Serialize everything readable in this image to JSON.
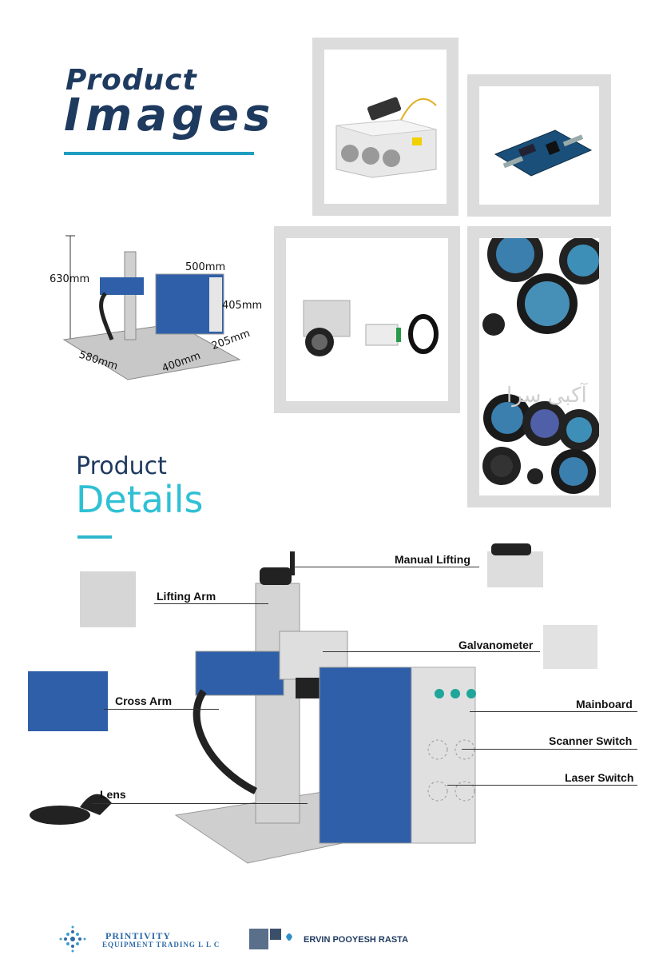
{
  "header": {
    "title_line1": "Product",
    "title_line2": "Images"
  },
  "details": {
    "title_line1": "Product",
    "title_line2": "Details"
  },
  "dimensions": {
    "height": "630mm",
    "cabinet_width": "500mm",
    "cabinet_height": "405mm",
    "cabinet_depth": "205mm",
    "base_width": "580mm",
    "base_depth": "400mm"
  },
  "callouts": {
    "manual_lifting": "Manual Lifting",
    "lifting_arm": "Lifting Arm",
    "galvanometer": "Galvanometer",
    "cross_arm": "Cross Arm",
    "mainboard": "Mainboard",
    "scanner_switch": "Scanner Switch",
    "laser_switch": "Laser Switch",
    "lens": "Lens"
  },
  "footer": {
    "brand1_line1": "PRINTIVITY",
    "brand1_line2": "EQUIPMENT TRADING L L C",
    "brand2": "ERVIN POOYESH RASTA"
  },
  "watermark": "آکبی سرا",
  "colors": {
    "navy": "#1e3a5f",
    "teal": "#2fc0d4",
    "frame_gray": "#dcdcdc",
    "panel_blue": "#2f5fa8"
  }
}
